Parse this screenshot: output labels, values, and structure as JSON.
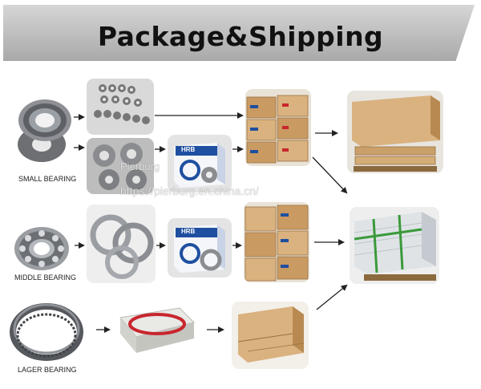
{
  "banner": {
    "title": "Package&Shipping"
  },
  "labels": {
    "small": "SMALL BEARING",
    "middle": "MIDDLE BEARING",
    "lager": "LAGER BEARING"
  },
  "box_brand": "HRB",
  "watermark": {
    "name": "Pierburg",
    "url": "https://pierburg.en.china.cn/"
  },
  "colors": {
    "banner": "#bdbdbd",
    "carton": "#c99a62",
    "carton_light": "#d9b27f",
    "box_blue": "#1f4fa0",
    "strap_green": "#3a9a3a",
    "ring_red": "#c8262e"
  }
}
